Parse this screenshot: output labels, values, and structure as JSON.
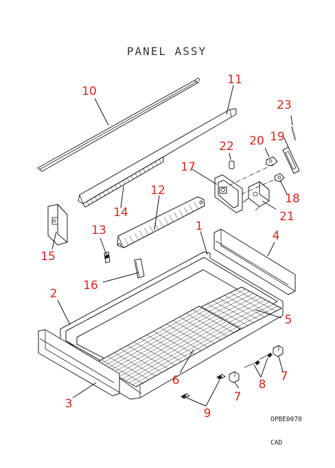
{
  "title": "PANEL ASSY",
  "drawing_code": "OPBE0070",
  "footer": "CAD",
  "colors": {
    "callout": "#d9261c",
    "line": "#1a1a1a"
  },
  "callouts": {
    "c1": "1",
    "c2": "2",
    "c3": "3",
    "c4": "4",
    "c5": "5",
    "c6": "6",
    "c7a": "7",
    "c7b": "7",
    "c8": "8",
    "c9": "9",
    "c10": "10",
    "c11": "11",
    "c12": "12",
    "c13": "13",
    "c14": "14",
    "c15": "15",
    "c16": "16",
    "c17": "17",
    "c18": "18",
    "c19": "19",
    "c20": "20",
    "c21": "21",
    "c22": "22",
    "c23": "23"
  }
}
